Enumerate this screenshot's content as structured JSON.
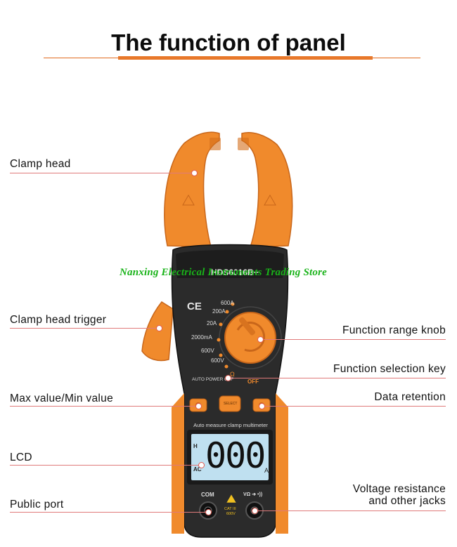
{
  "title": "The function of panel",
  "colors": {
    "accent": "#e8782a",
    "device_orange": "#f08a2c",
    "device_body": "#2a2a2a",
    "lcd": "#bfe0f0"
  },
  "labels": {
    "clamp_head": "Clamp head",
    "clamp_trigger": "Clamp head trigger",
    "max_min": "Max value/Min value",
    "lcd": "LCD",
    "public_port": "Public port",
    "range_knob": "Function range knob",
    "selection_key": "Function selection key",
    "data_retention": "Data retention",
    "voltage_jacks_line1": "Voltage resistance",
    "voltage_jacks_line2": "and other jacks"
  },
  "watermark": "Nanxing Electrical Instruments Trading Store",
  "device": {
    "brand_mark": "CE",
    "model": "HDS6016B+",
    "auto_power_off": "AUTO POWER OFF",
    "off": "OFF",
    "subtitle": "Auto measure clamp multimeter",
    "lcd_reading": "000",
    "lcd_unit": "A",
    "lcd_mode": "AC",
    "lcd_hold": "H",
    "ranges": [
      "600A",
      "200A",
      "20A",
      "2000mA",
      "600V",
      "600V",
      "Ω"
    ],
    "select_button": "SELECT",
    "com_jack": "COM",
    "v_jack": "VΩ ➔ •))",
    "cat_rating": "CAT III",
    "volt_rating": "600V"
  }
}
